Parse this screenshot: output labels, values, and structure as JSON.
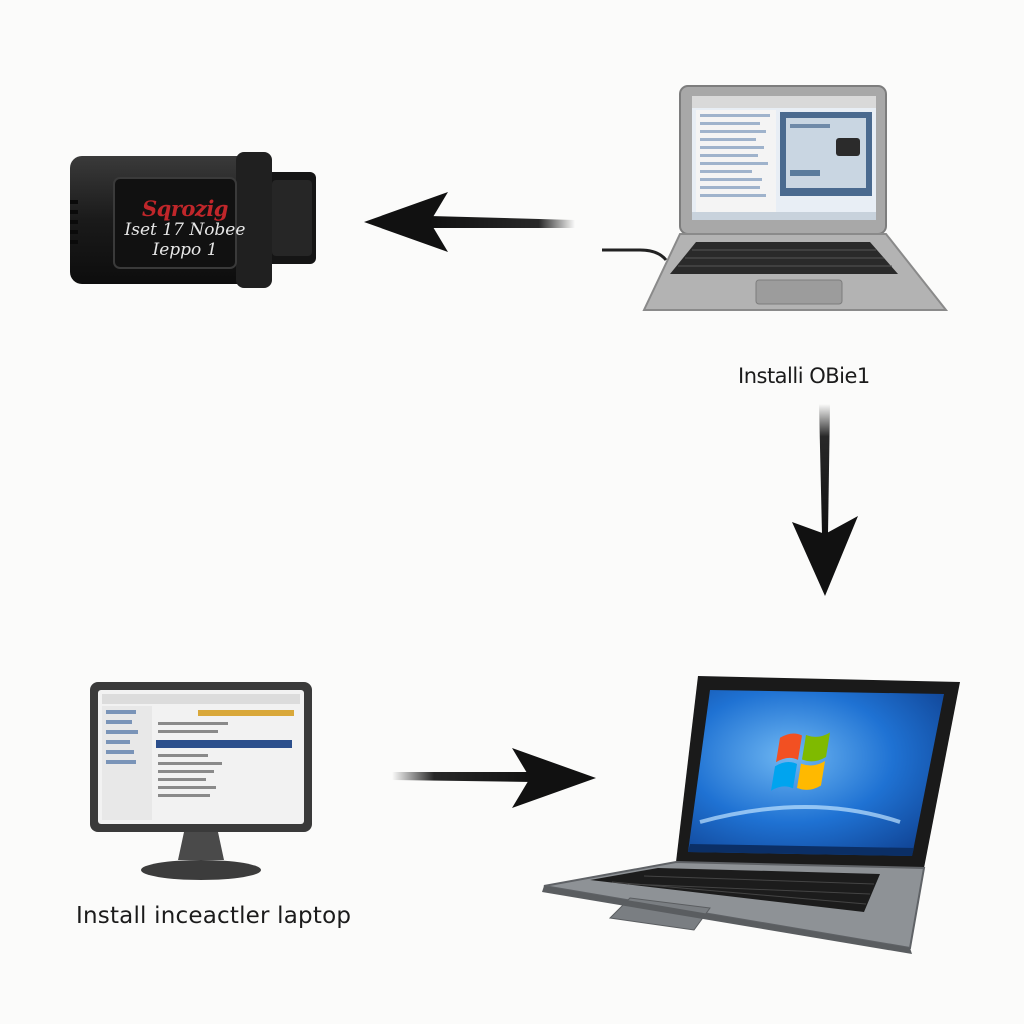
{
  "nodes": {
    "obd_adapter": {
      "brand_text": "Sqrozig",
      "line1": "Iset 17 Nobee",
      "line2": "Ieppo 1"
    },
    "top_laptop": {
      "caption": "Installi OBie1"
    },
    "desktop_monitor": {
      "caption": "Install inceactler laptop"
    },
    "windows_laptop": {
      "caption": ""
    }
  },
  "edges": [
    {
      "from": "top_laptop",
      "to": "obd_adapter",
      "direction": "left"
    },
    {
      "from": "top_laptop",
      "to": "windows_laptop",
      "direction": "down"
    },
    {
      "from": "desktop_monitor",
      "to": "windows_laptop",
      "direction": "right"
    }
  ],
  "colors": {
    "background": "#fbfbfa",
    "arrow": "#111111",
    "laptop_body": "#9a9a9a",
    "adapter_body": "#1e1e1e",
    "adapter_brand": "#c0262a",
    "windows_screen": "#1c6fd1"
  }
}
